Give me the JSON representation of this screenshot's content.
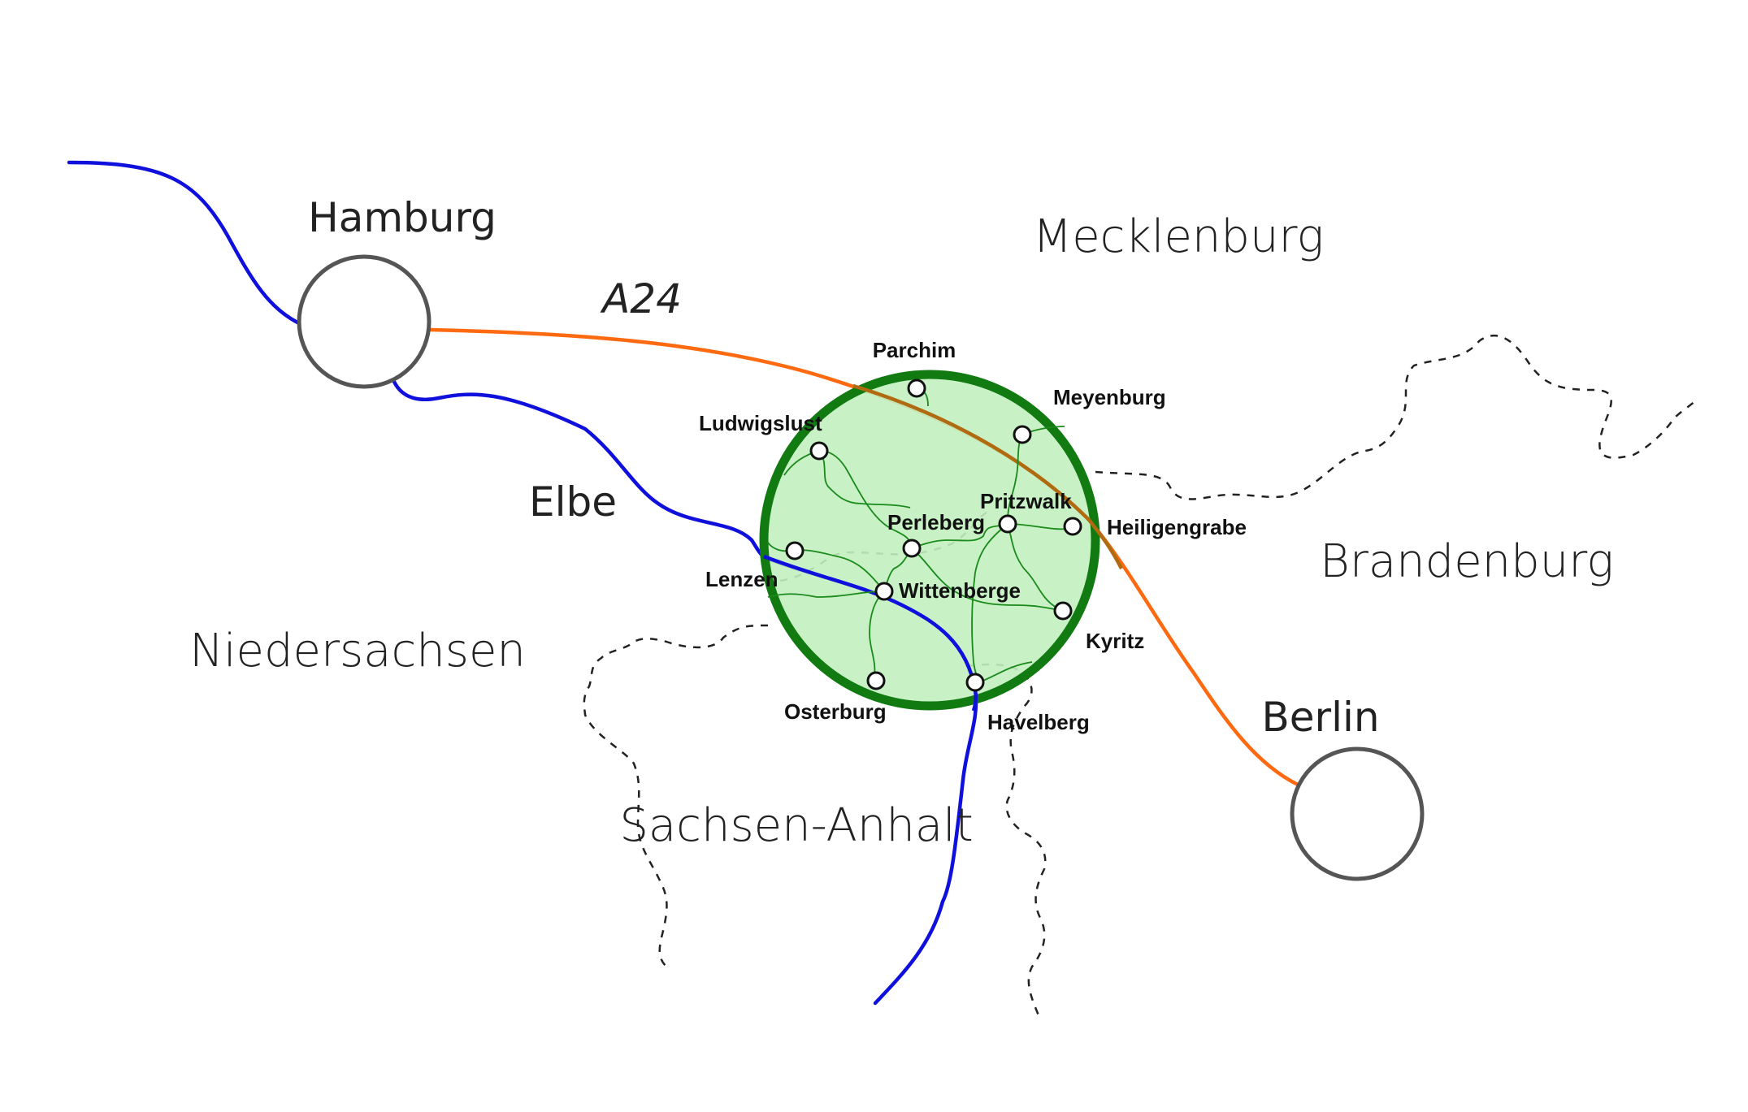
{
  "regions": {
    "mecklenburg": "Mecklenburg",
    "brandenburg": "Brandenburg",
    "niedersachsen": "Niedersachsen",
    "sachsen_anhalt": "Sachsen-Anhalt"
  },
  "cities": {
    "hamburg": "Hamburg",
    "berlin": "Berlin"
  },
  "features": {
    "highway": "A24",
    "river": "Elbe"
  },
  "towns": {
    "parchim": "Parchim",
    "meyenburg": "Meyenburg",
    "ludwigslust": "Ludwigslust",
    "pritzwalk": "Pritzwalk",
    "heiligengrabe": "Heiligengrabe",
    "perleberg": "Perleberg",
    "lenzen": "Lenzen",
    "wittenberge": "Wittenberge",
    "kyritz": "Kyritz",
    "osterburg": "Osterburg",
    "havelberg": "Havelberg"
  },
  "colors": {
    "river": "#1010dd",
    "highway": "#ff6a10",
    "region_circle_fill": "#c2efc0",
    "region_circle_stroke": "#117a11",
    "local_roads": "#1a8a1a",
    "city_circle_stroke": "#555555",
    "border": "#222222"
  }
}
